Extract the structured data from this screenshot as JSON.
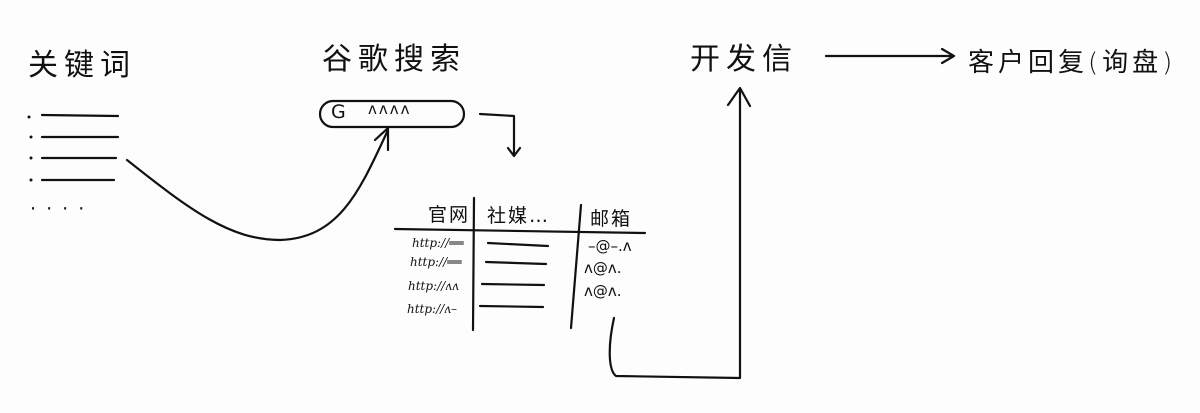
{
  "steps": {
    "keywords": "关键词",
    "google_search": "谷歌搜索",
    "cold_email": "开发信",
    "customer_reply": "客户回复(询盘)"
  },
  "search_bar": {
    "logo": "G",
    "query": "ʌʌʌʌ"
  },
  "keyword_list": {
    "more": "· · · ·"
  },
  "results_table": {
    "headers": [
      "官网",
      "社媒…",
      "邮箱"
    ],
    "rows": [
      {
        "site": "http://══",
        "email": "–@–.ʌ"
      },
      {
        "site": "http://══",
        "email": "ʌ@ʌ."
      },
      {
        "site": "http://ʌʌ",
        "email": "ʌ@ʌ."
      },
      {
        "site": "http://ʌ–",
        "email": ""
      }
    ]
  }
}
